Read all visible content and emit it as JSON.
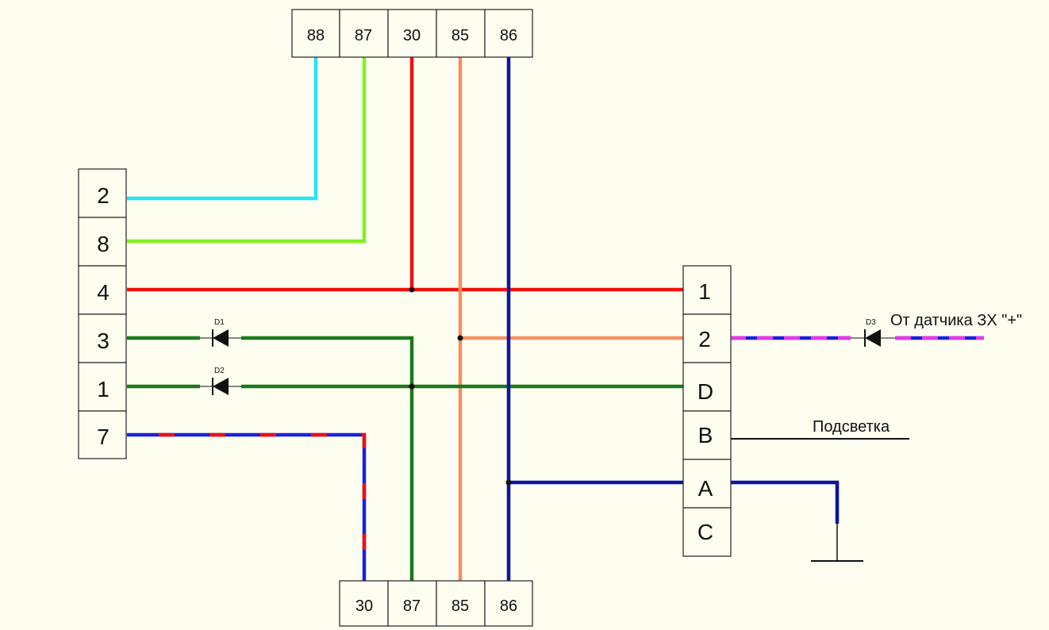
{
  "connectors": {
    "top": [
      "88",
      "87",
      "30",
      "85",
      "86"
    ],
    "bottom": [
      "30",
      "87",
      "85",
      "86"
    ],
    "left": [
      "2",
      "8",
      "4",
      "3",
      "1",
      "7"
    ],
    "right": [
      "1",
      "2",
      "D",
      "B",
      "A",
      "C"
    ]
  },
  "diodes": [
    "D1",
    "D2",
    "D3"
  ],
  "labels": {
    "sensor": "От датчика ЗХ \"+\"",
    "backlight": "Подсветка"
  },
  "colors": {
    "background": "#fdfdf0",
    "cyan": "#22e5f5",
    "lime": "#80f020",
    "red": "#f01010",
    "orange": "#f59060",
    "navy": "#0a14a8",
    "green": "#1a7a1a",
    "magenta": "#e838e8",
    "blue": "#1a20e0",
    "black": "#111111"
  }
}
